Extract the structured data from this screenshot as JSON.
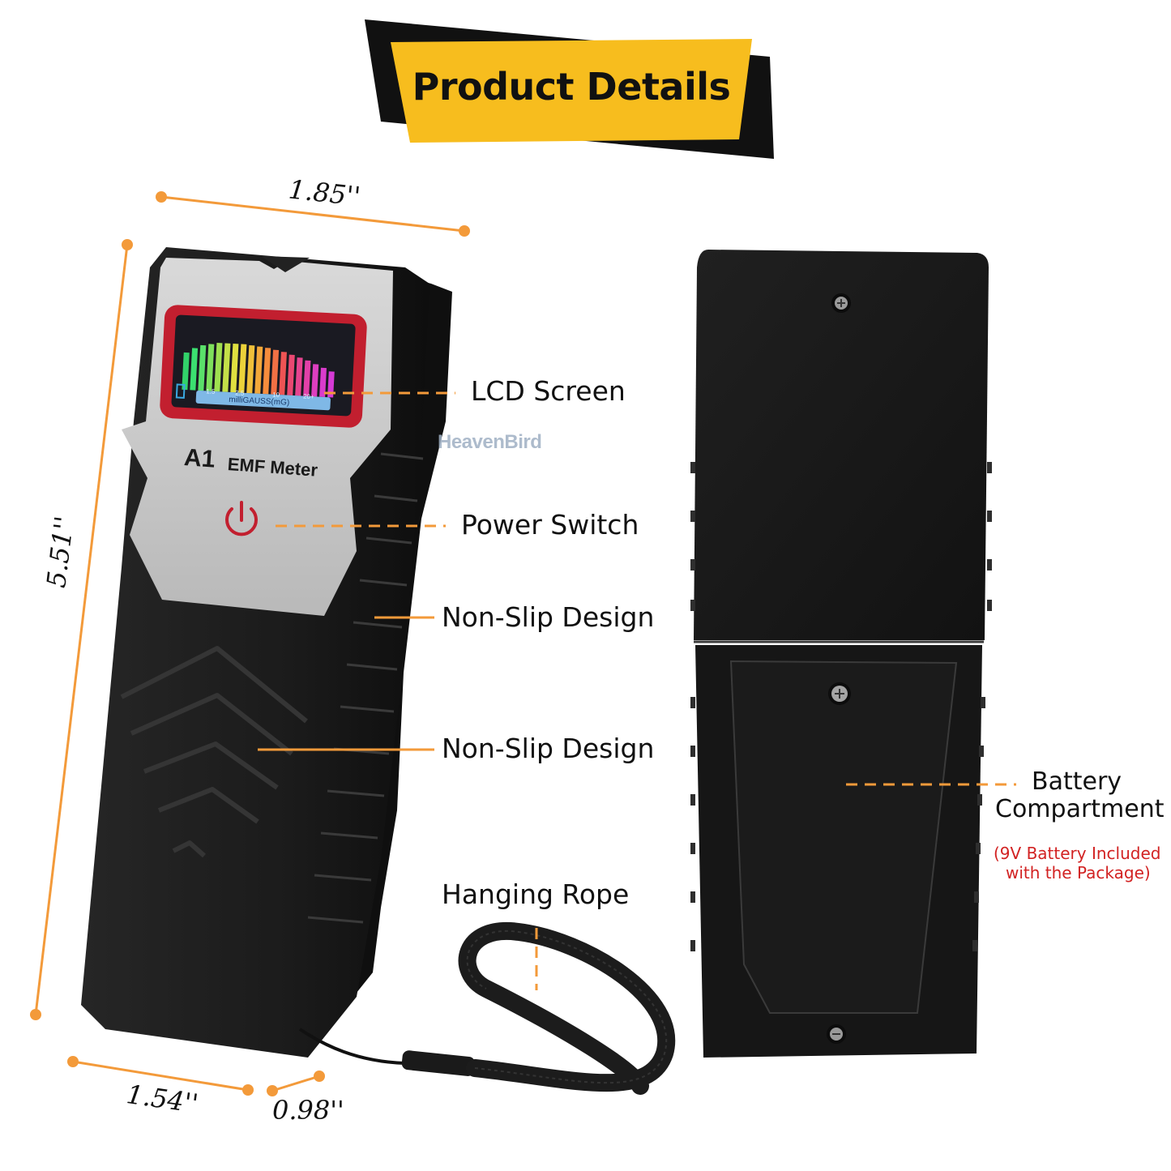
{
  "banner": {
    "title": "Product Details"
  },
  "dimensions": {
    "top_width": "1.85''",
    "height": "5.51''",
    "bottom_width": "1.54''",
    "depth": "0.98''"
  },
  "device": {
    "model": "A1",
    "name": "EMF Meter",
    "screen_unit": "milliGAUSS(mG)",
    "screen_ticks": [
      "1.5",
      "2.5",
      "10",
      "20+"
    ],
    "watermark": "HeavenBird"
  },
  "callouts": {
    "lcd_screen": "LCD Screen",
    "power_switch": "Power Switch",
    "non_slip_1": "Non-Slip Design",
    "non_slip_2": "Non-Slip Design",
    "hanging_rope": "Hanging Rope",
    "battery_line1": "Battery",
    "battery_line2": "Compartment",
    "battery_note_line1": "(9V Battery Included",
    "battery_note_line2": "with the Package)"
  },
  "colors": {
    "banner_yellow": "#f7bd1e",
    "banner_black": "#111111",
    "accent_orange": "#f39a3a",
    "note_red": "#d22222",
    "device_body": "#1e1e1e",
    "faceplate": "#c9c9c9",
    "screen_frame": "#c21f2f"
  }
}
